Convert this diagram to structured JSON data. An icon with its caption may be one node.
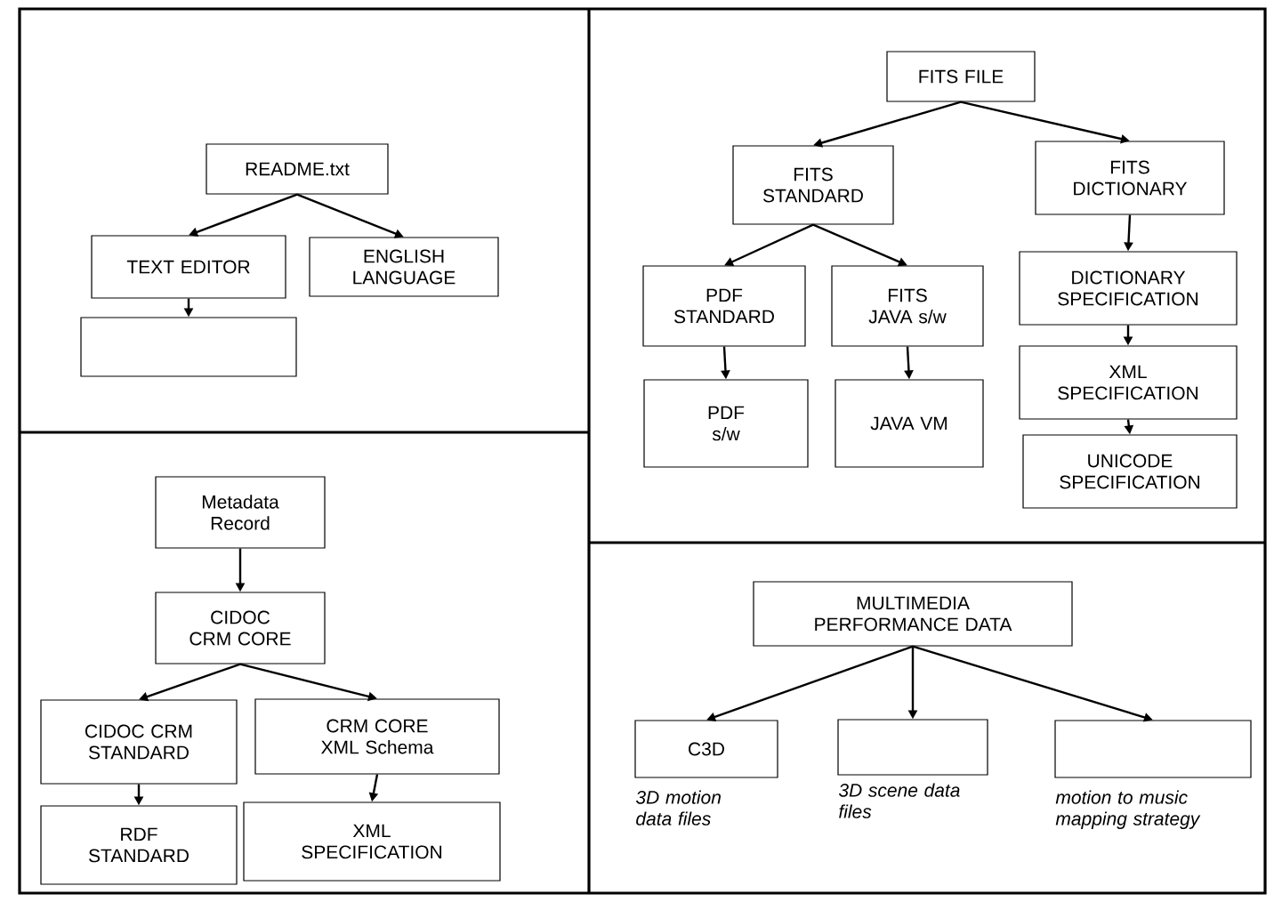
{
  "diagram": {
    "nodes": [
      {
        "text": [
          "README.txt"
        ]
      },
      {
        "text": [
          "TEXT EDITOR"
        ]
      },
      {
        "text": [
          "ENGLISH LANGUAGE"
        ]
      },
      {
        "text": [],
        "shape": "box"
      },
      {
        "text": [
          "FITS FILE"
        ]
      },
      {
        "text": [
          "FITS STANDARD"
        ]
      },
      {
        "text": [
          "FITS DICTIONARY"
        ]
      },
      {
        "text": [
          "PDF STANDARD"
        ]
      },
      {
        "text": [
          "FITS JAVA s/w"
        ]
      },
      {
        "text": [
          "DICTIONARY SPECIFICATION"
        ]
      },
      {
        "text": [
          "PDF s/w"
        ]
      },
      {
        "text": [
          "JAVA VM"
        ]
      },
      {
        "text": [
          "XML SPECIFICATION"
        ]
      },
      {
        "text": [
          "UNICODE SPECIFICATION"
        ]
      },
      {
        "text": [
          "Metadata Record"
        ]
      },
      {
        "text": [
          "CIDOC CRM CORE"
        ]
      },
      {
        "text": [
          "CIDOC CRM STANDARD"
        ]
      },
      {
        "text": [
          "CRM CORE XML Schema"
        ]
      },
      {
        "text": [
          "RDF STANDARD"
        ]
      },
      {
        "text": [
          "XML SPECIFICATION"
        ]
      },
      {
        "text": [
          "MULTIMEDIA PERFORMANCE DATA"
        ]
      },
      {
        "text": [
          "C3D"
        ],
        "beside": [
          "3D motion data files"
        ]
      },
      {
        "text": [],
        "shape": "box",
        "beside": [
          "3D scene data files"
        ]
      },
      {
        "text": [],
        "shape": "box",
        "beside": [
          "motion to music mapping strategy"
        ]
      }
    ],
    "edges": [
      {
        "from": 0,
        "to": 1,
        "arrow": "to"
      },
      {
        "from": 0,
        "to": 2,
        "arrow": "to"
      },
      {
        "from": 1,
        "to": 3,
        "arrow": "to"
      },
      {
        "from": 4,
        "to": 5,
        "arrow": "to"
      },
      {
        "from": 4,
        "to": 6,
        "arrow": "to"
      },
      {
        "from": 5,
        "to": 7,
        "arrow": "to"
      },
      {
        "from": 5,
        "to": 8,
        "arrow": "to"
      },
      {
        "from": 6,
        "to": 9,
        "arrow": "to"
      },
      {
        "from": 7,
        "to": 10,
        "arrow": "to"
      },
      {
        "from": 8,
        "to": 11,
        "arrow": "to"
      },
      {
        "from": 9,
        "to": 12,
        "arrow": "to"
      },
      {
        "from": 12,
        "to": 13,
        "arrow": "to"
      },
      {
        "from": 14,
        "to": 15,
        "arrow": "to"
      },
      {
        "from": 15,
        "to": 16,
        "arrow": "to"
      },
      {
        "from": 15,
        "to": 17,
        "arrow": "to"
      },
      {
        "from": 16,
        "to": 18,
        "arrow": "to"
      },
      {
        "from": 17,
        "to": 19,
        "arrow": "to"
      },
      {
        "from": 20,
        "to": 21,
        "arrow": "to"
      },
      {
        "from": 20,
        "to": 22,
        "arrow": "to"
      },
      {
        "from": 20,
        "to": 23,
        "arrow": "to"
      }
    ]
  }
}
